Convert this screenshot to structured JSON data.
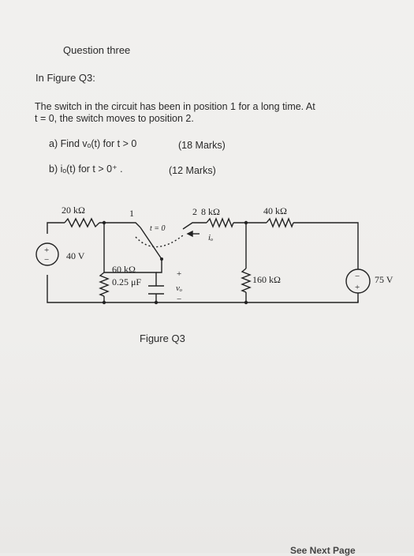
{
  "question_title": "Question three",
  "figure_intro": "In Figure Q3:",
  "problem_lines": [
    "The switch in the circuit has been in position 1 for a long time. At",
    "t  = 0, the switch moves to position 2."
  ],
  "parts": [
    {
      "text": "a) Find vₒ(t)  for t > 0",
      "marks": "(18 Marks)"
    },
    {
      "text": "b) iₒ(t)  for t > 0⁺ .",
      "marks": "(12 Marks)"
    }
  ],
  "circuit": {
    "r1": "20 kΩ",
    "r2": "8 kΩ",
    "r3": "40 kΩ",
    "r4": "60 kΩ",
    "r5": "160 kΩ",
    "c1": "0.25 μF",
    "v1": "40 V",
    "v2": "75 V",
    "switch_pos1": "1",
    "switch_pos2": "2",
    "switch_time": "t = 0",
    "current_label": "iₒ",
    "voltage_label": "vₒ",
    "plus": "+",
    "minus": "−"
  },
  "figure_caption": "Figure Q3",
  "footer": "See Next Page"
}
